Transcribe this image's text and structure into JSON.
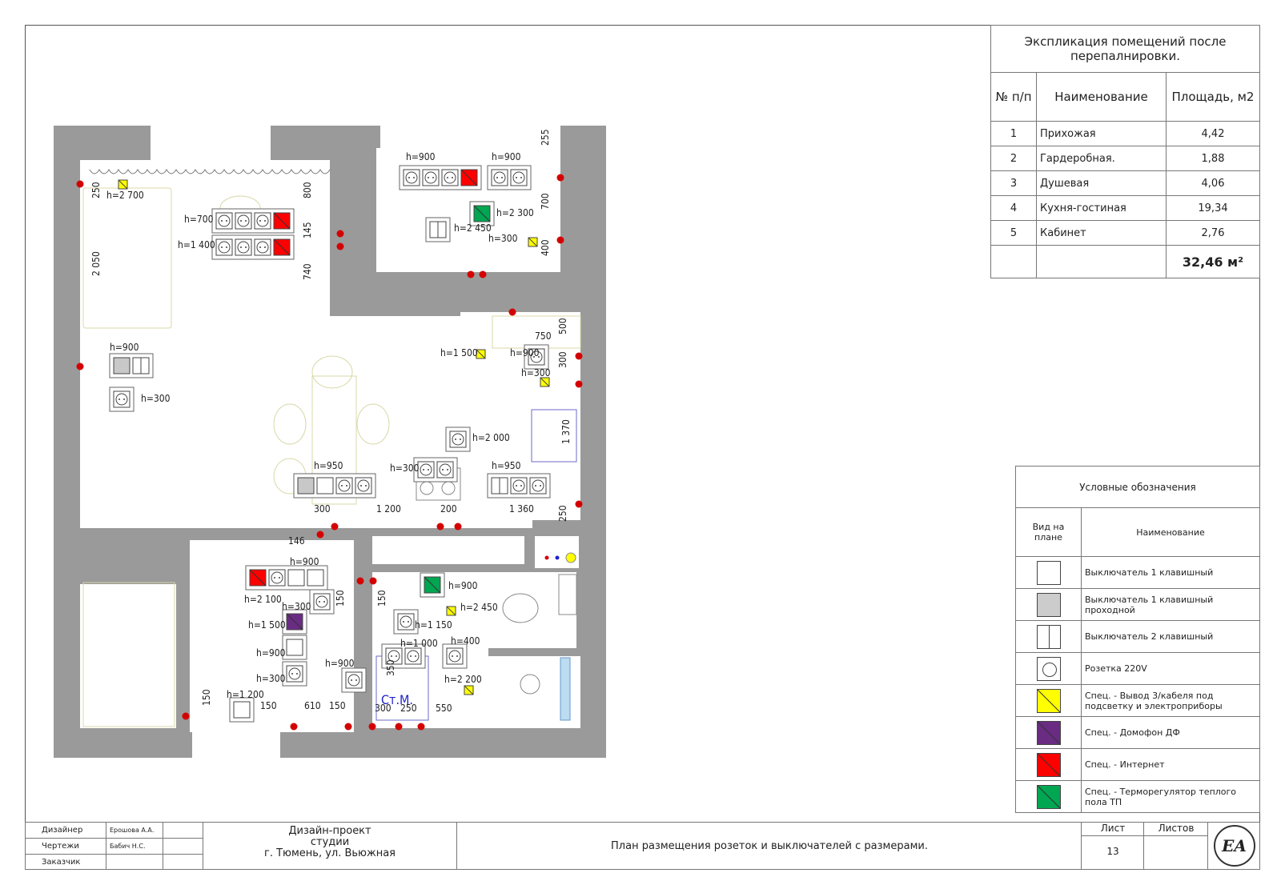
{
  "explication": {
    "title": "Экспликация помещений после перепалнировки.",
    "headers": [
      "№ п/п",
      "Наименование",
      "Площадь, м2"
    ],
    "rows": [
      {
        "n": "1",
        "name": "Прихожая",
        "area": "4,42"
      },
      {
        "n": "2",
        "name": "Гардеробная.",
        "area": "1,88"
      },
      {
        "n": "3",
        "name": "Душевая",
        "area": "4,06"
      },
      {
        "n": "4",
        "name": "Кухня-гостиная",
        "area": "19,34"
      },
      {
        "n": "5",
        "name": "Кабинет",
        "area": "2,76"
      }
    ],
    "total": "32,46 м²"
  },
  "legend": {
    "title": "Условные обозначения",
    "headers": [
      "Вид на плане",
      "Наименование"
    ],
    "items": [
      {
        "icon": "switch-1-key",
        "fill": "#ffffff",
        "label": "Выключатель 1 клавишный"
      },
      {
        "icon": "switch-1-key-passthrough",
        "fill": "#cccccc",
        "label": "Выключатель 1 клавишный проходной"
      },
      {
        "icon": "switch-2-key",
        "fill": "#ffffff",
        "label": "Выключатель 2 клавишный"
      },
      {
        "icon": "socket-220v",
        "fill": "#ffffff",
        "label": "Розетка 220V"
      },
      {
        "icon": "cable-outlet",
        "fill": "#ffff00",
        "label": "Спец. - Вывод 3/кабеля под подсветку и электроприборы"
      },
      {
        "icon": "intercom",
        "fill": "#6a2c83",
        "label": "Спец. - Домофон ДФ"
      },
      {
        "icon": "internet",
        "fill": "#ff0000",
        "label": "Спец. - Интернет"
      },
      {
        "icon": "floor-thermostat",
        "fill": "#00a651",
        "label": "Спец. - Терморегулятор теплого пола ТП"
      }
    ]
  },
  "titleblock": {
    "roles": [
      {
        "role": "Дизайнер",
        "name": "Ерошова А.А."
      },
      {
        "role": "Чертежи",
        "name": "Бабич Н.С."
      },
      {
        "role": "Заказчик",
        "name": ""
      }
    ],
    "project": [
      "Дизайн-проект",
      "студии",
      "г. Тюмень, ул. Вьюжная"
    ],
    "sheet_title": "План размещения розеток и выключателей с размерами.",
    "list_label": "Лист",
    "listov_label": "Листов",
    "sheet_number": "13",
    "logo_text": "EA"
  },
  "plan": {
    "heights": [
      "h=300",
      "h=900",
      "h=2 700",
      "h=700",
      "h=1 400",
      "h=900",
      "h=900",
      "h=2 300",
      "h=2 450",
      "h=300",
      "h=1 500",
      "h=900",
      "h=300",
      "h=2 000",
      "h=950",
      "h=300",
      "h=950",
      "h=900",
      "h=2 100",
      "h=300",
      "h=1 500",
      "h=900",
      "h=300",
      "h=900",
      "h=1 200",
      "h=900",
      "h=2 450",
      "h=1 150",
      "h=1 000",
      "h=400",
      "h=2 200"
    ],
    "dims": [
      "250",
      "2 050",
      "800",
      "145",
      "740",
      "255",
      "700",
      "400",
      "750",
      "500",
      "300",
      "1 370",
      "300",
      "1 200",
      "200",
      "1 360",
      "250",
      "146",
      "150",
      "150",
      "350",
      "150",
      "150",
      "610",
      "150",
      "300",
      "250",
      "550"
    ],
    "room_label": "Ст.М.",
    "colors": {
      "wall": "#9a9a9a",
      "red": "#ff0000",
      "green": "#00a651",
      "yellow": "#ffff00",
      "purple": "#6a2c83",
      "gray": "#c8c8c8",
      "dot": "#d40000"
    }
  }
}
